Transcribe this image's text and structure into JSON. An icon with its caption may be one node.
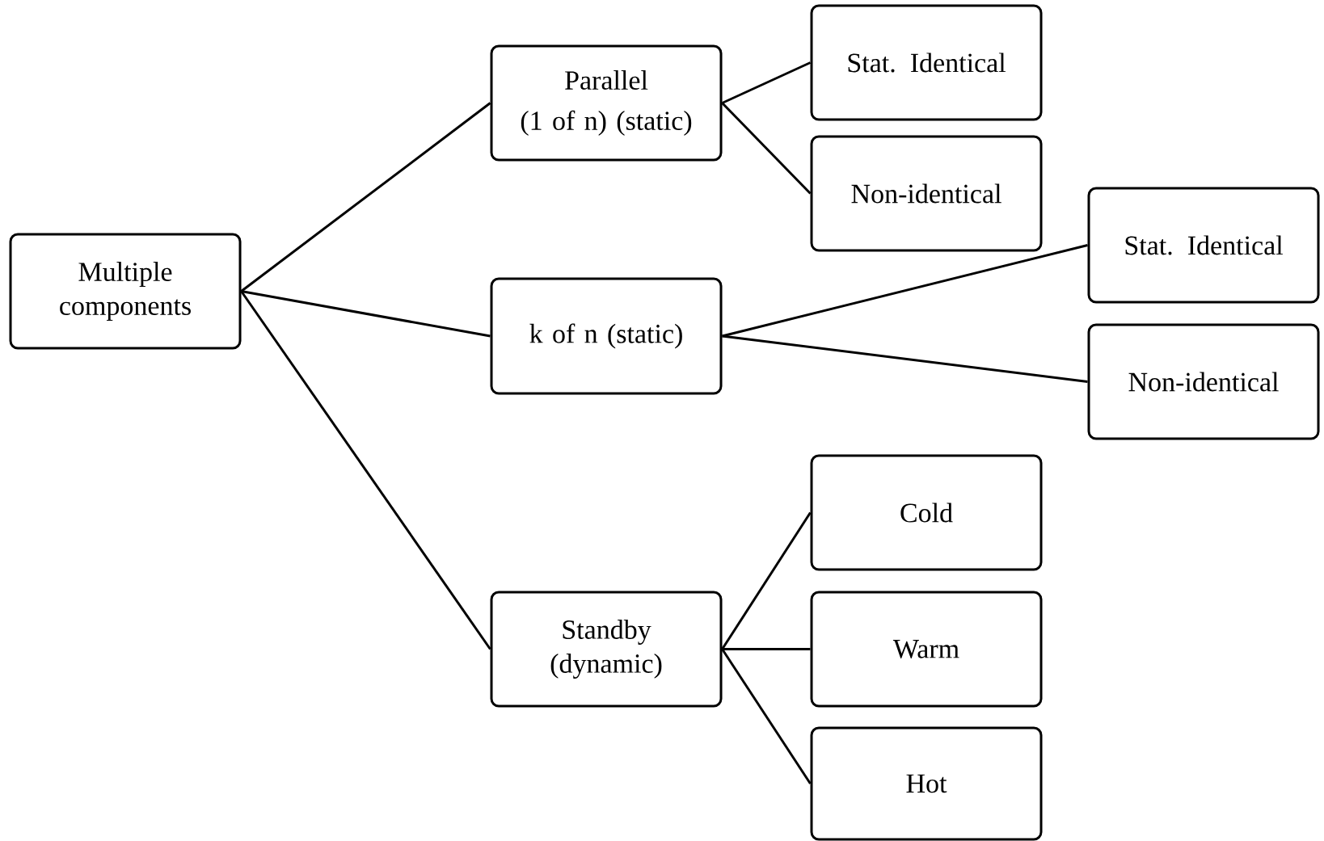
{
  "diagram": {
    "nodes": [
      {
        "text": [
          "Multiple components"
        ]
      },
      {
        "text": [
          "Parallel",
          "(1 of n) (static)"
        ]
      },
      {
        "text": [
          "Stat. Identical"
        ]
      },
      {
        "text": [
          "Non-identical"
        ]
      },
      {
        "text": [
          "k of n (static)"
        ]
      },
      {
        "text": [
          "Stat. Identical"
        ]
      },
      {
        "text": [
          "Non-identical"
        ]
      },
      {
        "text": [
          "Standby (dynamic)"
        ]
      },
      {
        "text": [
          "Cold"
        ]
      },
      {
        "text": [
          "Warm"
        ]
      },
      {
        "text": [
          "Hot"
        ]
      }
    ],
    "edges": [
      {
        "from": 0,
        "to": 1,
        "arrow": "none"
      },
      {
        "from": 0,
        "to": 4,
        "arrow": "none"
      },
      {
        "from": 0,
        "to": 7,
        "arrow": "none"
      },
      {
        "from": 1,
        "to": 2,
        "arrow": "none"
      },
      {
        "from": 1,
        "to": 3,
        "arrow": "none"
      },
      {
        "from": 4,
        "to": 5,
        "arrow": "none"
      },
      {
        "from": 4,
        "to": 6,
        "arrow": "none"
      },
      {
        "from": 7,
        "to": 8,
        "arrow": "none"
      },
      {
        "from": 7,
        "to": 9,
        "arrow": "none"
      },
      {
        "from": 7,
        "to": 10,
        "arrow": "none"
      }
    ]
  }
}
